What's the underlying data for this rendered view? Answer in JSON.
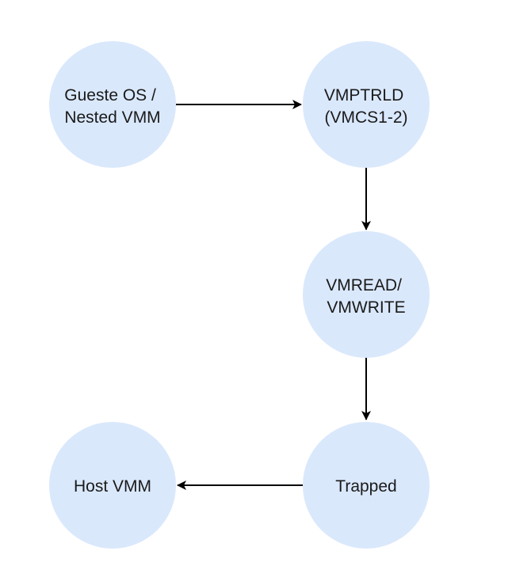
{
  "diagram": {
    "colors": {
      "node_fill": "#dae8fc",
      "edge": "#000000",
      "text": "#1a1a1a"
    },
    "nodes": {
      "guest_os": {
        "lines": [
          "Gueste OS /",
          "Nested VMM"
        ]
      },
      "vmptrld": {
        "lines": [
          "VMPTRLD",
          "(VMCS1-2)"
        ]
      },
      "vmread": {
        "lines": [
          "VMREAD/",
          "VMWRITE"
        ]
      },
      "trapped": {
        "lines": [
          "Trapped"
        ]
      },
      "host_vmm": {
        "lines": [
          "Host VMM"
        ]
      }
    },
    "edges": [
      {
        "from": "guest_os",
        "to": "vmptrld"
      },
      {
        "from": "vmptrld",
        "to": "vmread"
      },
      {
        "from": "vmread",
        "to": "trapped"
      },
      {
        "from": "trapped",
        "to": "host_vmm"
      }
    ]
  }
}
